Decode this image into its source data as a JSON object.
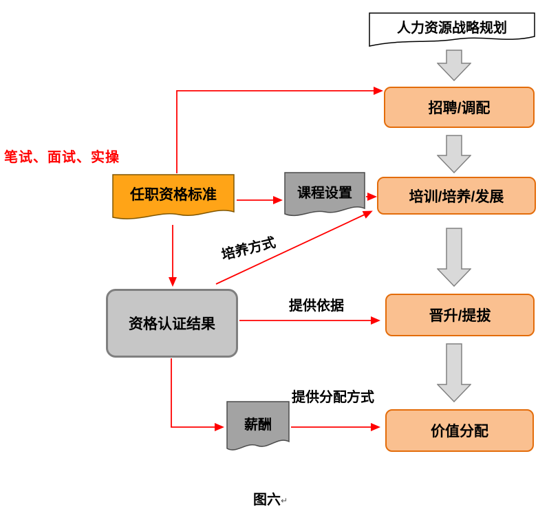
{
  "flag": {
    "label": "人力资源战略规划"
  },
  "nodes": {
    "recruitment": {
      "label": "招聘/调配"
    },
    "training": {
      "label": "培训/培养/发展"
    },
    "promotion": {
      "label": "晋升/提拔"
    },
    "value_distribution": {
      "label": "价值分配"
    },
    "qualification_standard": {
      "label": "任职资格标准"
    },
    "course_setup": {
      "label": "课程设置"
    },
    "certification_result": {
      "label": "资格认证结果"
    },
    "salary": {
      "label": "薪酬"
    }
  },
  "annotations": {
    "exam_methods": "笔试、面试、实操",
    "training_method": "培养方式",
    "provide_basis": "提供依据",
    "provide_distribution_method": "提供分配方式"
  },
  "caption": {
    "text": "图六",
    "mark": "↵"
  },
  "icons": {
    "down_block_arrow": "block-arrow-down",
    "document_shape": "wavy-bottom-document",
    "red_arrow": "red-connector-arrow"
  },
  "colors": {
    "arrow_red": "#FF0000",
    "process_fill": "#FAC090",
    "process_border": "#E36C0A",
    "standard_fill": "#FFA417",
    "standard_border": "#7F5500",
    "gray_doc_fill": "#A3A3A3",
    "gray_doc_border": "#4A4A4A",
    "result_fill": "#C6C6C6",
    "result_border": "#7F7F7F",
    "block_arrow_fill": "#D9D9D9",
    "block_arrow_border": "#808080"
  }
}
